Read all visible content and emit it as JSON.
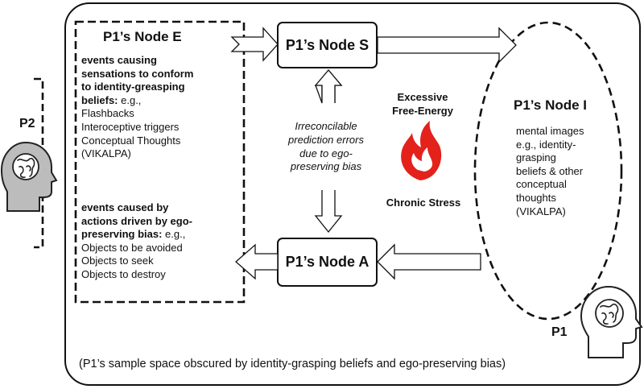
{
  "node_e": {
    "title": "P1’s Node E",
    "bold1_a": "events causing",
    "bold1_b": "sensations to conform",
    "bold1_c": "to identity-greasping",
    "bold1_d": "beliefs:",
    "bold1_tail": " e.g.,",
    "items1": [
      "Flashbacks",
      "Interoceptive triggers",
      "Conceptual Thoughts",
      "(VIKALPA)"
    ],
    "bold2_a": "events caused by",
    "bold2_b": "actions driven by ego-",
    "bold2_c": "preserving bias:",
    "bold2_tail": " e.g.,",
    "items2": [
      "Objects to be avoided",
      "Objects to seek",
      "Objects to destroy"
    ]
  },
  "node_s": {
    "label": "P1’s Node S"
  },
  "node_a": {
    "label": "P1’s Node A"
  },
  "node_i": {
    "title": "P1’s Node I",
    "lines": [
      "mental images",
      "e.g., identity-",
      "grasping",
      "beliefs & other",
      "conceptual",
      "thoughts",
      "(VIKALPA)"
    ]
  },
  "center": {
    "prediction_lines": [
      "Irreconcilable",
      "prediction errors",
      "due to ego-",
      "preserving bias"
    ],
    "free_energy_lines": [
      "Excessive",
      "Free-Energy"
    ],
    "stress": "Chronic Stress"
  },
  "p2_label": "P2",
  "p1_label": "P1",
  "footer": "(P1’s sample space obscured by identity-grasping beliefs and ego-preserving bias)",
  "icons": [
    "head-brain-icon-p2",
    "head-brain-icon-p1",
    "flame-icon"
  ],
  "colors": {
    "flame": "#e3221c",
    "stroke": "#111111"
  }
}
